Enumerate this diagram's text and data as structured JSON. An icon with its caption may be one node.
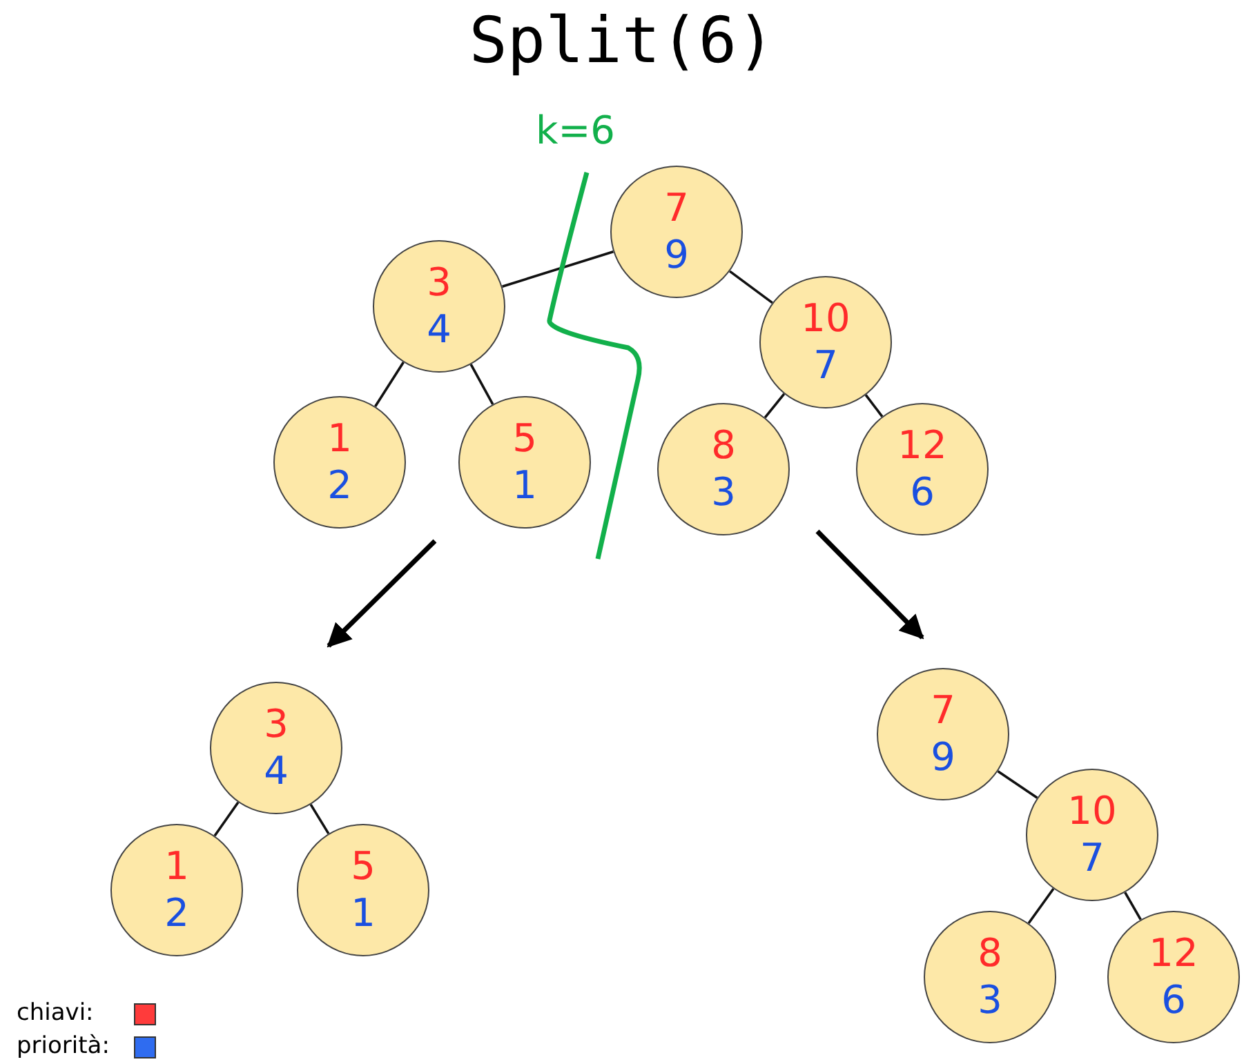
{
  "diagram": {
    "title": "Split(6)",
    "nodes": [
      {
        "text": [
          "7",
          "9"
        ]
      },
      {
        "text": [
          "3",
          "4"
        ]
      },
      {
        "text": [
          "10",
          "7"
        ]
      },
      {
        "text": [
          "1",
          "2"
        ]
      },
      {
        "text": [
          "5",
          "1"
        ]
      },
      {
        "text": [
          "8",
          "3"
        ]
      },
      {
        "text": [
          "12",
          "6"
        ]
      },
      {
        "text": [
          "3",
          "4"
        ]
      },
      {
        "text": [
          "1",
          "2"
        ]
      },
      {
        "text": [
          "5",
          "1"
        ]
      },
      {
        "text": [
          "7",
          "9"
        ]
      },
      {
        "text": [
          "10",
          "7"
        ]
      },
      {
        "text": [
          "8",
          "3"
        ]
      },
      {
        "text": [
          "12",
          "6"
        ]
      }
    ],
    "edges": [
      {
        "from": 0,
        "to": 1,
        "arrow": "none"
      },
      {
        "from": 0,
        "to": 2,
        "arrow": "none"
      },
      {
        "from": 1,
        "to": 3,
        "arrow": "none"
      },
      {
        "from": 1,
        "to": 4,
        "arrow": "none"
      },
      {
        "from": 2,
        "to": 5,
        "arrow": "none"
      },
      {
        "from": 2,
        "to": 6,
        "arrow": "none"
      },
      {
        "from": 7,
        "to": 8,
        "arrow": "none"
      },
      {
        "from": 7,
        "to": 9,
        "arrow": "none"
      },
      {
        "from": 10,
        "to": 11,
        "arrow": "none"
      },
      {
        "from": 11,
        "to": 12,
        "arrow": "none"
      },
      {
        "from": 11,
        "to": 13,
        "arrow": "none"
      }
    ],
    "labels": [
      "k=6"
    ],
    "legend": [
      {
        "text": "chiavi:",
        "color": "#ff3b3b"
      },
      {
        "text": "priorità:",
        "color": "#2f6cf0"
      }
    ]
  }
}
